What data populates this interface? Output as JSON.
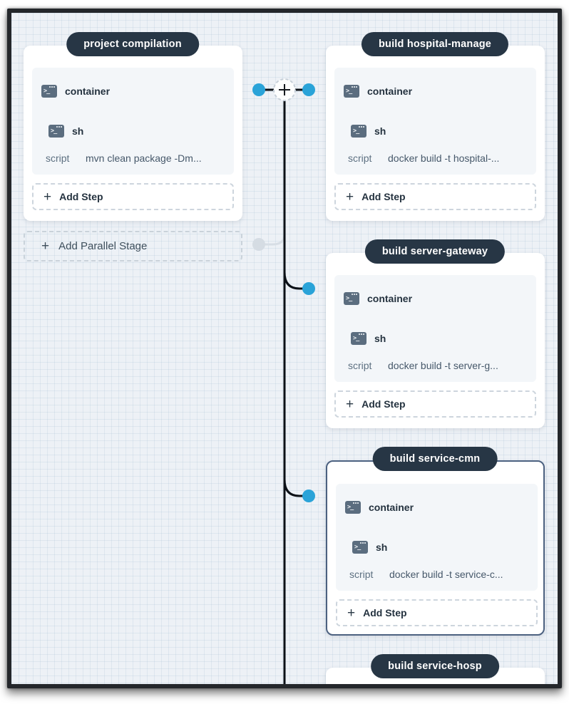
{
  "colors": {
    "canvas_bg": "#EDF1F6",
    "grid_line": "#ADC3D8",
    "accent_blue": "#2AA3D8",
    "stage_pill_bg": "#273645",
    "trunk_line": "#0C1117",
    "selected_card_border": "#4C6180",
    "placeholder_gray": "#D7DEE5"
  },
  "icons": {
    "plus": "+",
    "terminal_prompt": ">_"
  },
  "labels": {
    "add_step": "Add Step",
    "add_parallel_stage": "Add Parallel Stage",
    "container": "container",
    "sh": "sh",
    "script": "script"
  },
  "stages": [
    {
      "name": "project compilation",
      "script_value": "mvn clean package -Dm..."
    },
    {
      "name": "build hospital-manage",
      "script_value": "docker build -t hospital-..."
    },
    {
      "name": "build server-gateway",
      "script_value": "docker build -t server-g..."
    },
    {
      "name": "build service-cmn",
      "script_value": "docker build -t service-c...",
      "selected": true
    },
    {
      "name": "build service-hosp"
    }
  ]
}
